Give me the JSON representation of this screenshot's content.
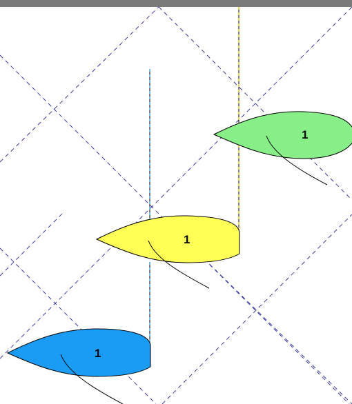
{
  "colors": {
    "background": "#ffffff",
    "top_bar": "#7a7a7a",
    "grid_lines": "#3b3b9b",
    "outline": "#000000"
  },
  "boats": [
    {
      "id": "blue",
      "label": "1",
      "fill": "#1a9cf5",
      "wind_line_color": "#4aa8e0"
    },
    {
      "id": "yellow",
      "label": "1",
      "fill": "#ffff55",
      "wind_line_color": "#4aa8e0"
    },
    {
      "id": "green",
      "label": "1",
      "fill": "#88ee88",
      "wind_line_color": "#f0c020"
    }
  ]
}
